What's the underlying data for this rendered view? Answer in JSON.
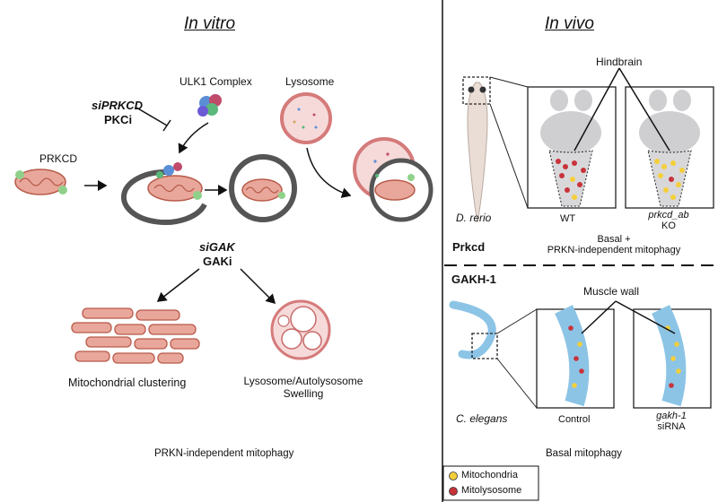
{
  "in_vitro": {
    "title": "In vitro",
    "ulk1": "ULK1 Complex",
    "lysosome": "Lysosome",
    "siprkcd": "siPRKCD",
    "pkci": "PKCi",
    "prkcd": "PRKCD",
    "sigak": "siGAK",
    "gaki": "GAKi",
    "mito_clustering": "Mitochondrial clustering",
    "lyso_swelling_1": "Lysosome/Autolysosome",
    "lyso_swelling_2": "Swelling",
    "footer": "PRKN-independent mitophagy"
  },
  "in_vivo": {
    "title": "In vivo",
    "hindbrain": "Hindbrain",
    "d_rerio": "D. rerio",
    "wt": "WT",
    "prkcd_ab": "prkcd_ab",
    "ko": "KO",
    "prkcd_label": "Prkcd",
    "basal_plus": "Basal +",
    "prkn_independent": "PRKN-independent mitophagy",
    "gakh1": "GAKH-1",
    "muscle_wall": "Muscle wall",
    "c_elegans": "C. elegans",
    "control": "Control",
    "gakh1_sirna_1": "gakh-1",
    "gakh1_sirna_2": "siRNA",
    "footer": "Basal mitophagy"
  },
  "legend": {
    "mitochondria": "Mitochondria",
    "mitolysosome": "Mitolysosome"
  },
  "colors": {
    "mito_fill": "#e8a79a",
    "mito_stroke": "#b85a4a",
    "mito_green": "#8fd18a",
    "lyso_fill": "#f6dada",
    "lyso_stroke": "#d57a7a",
    "worm_blue": "#8cc4e6",
    "yellow_dot": "#f4cf3a",
    "red_dot": "#c8323a",
    "brain_grey": "#cfcfd2"
  }
}
